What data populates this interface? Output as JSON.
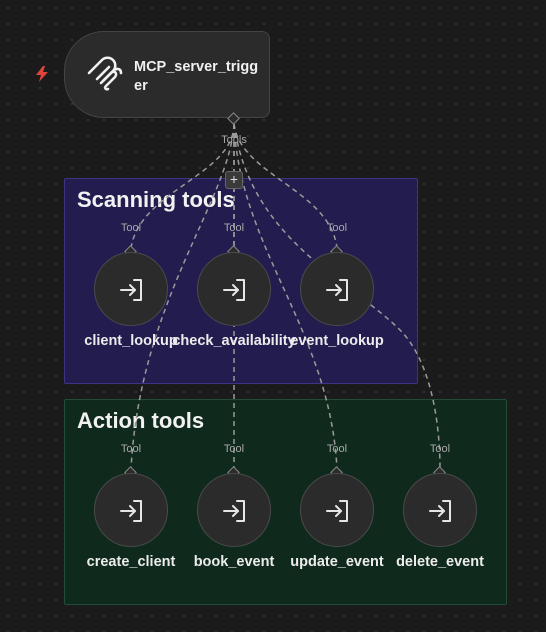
{
  "trigger": {
    "label": "MCP_server_trigger",
    "output_label": "Tools",
    "add_symbol": "+",
    "icon": "mcp-logo-icon",
    "badge_icon": "lightning-bolt-icon",
    "badge_color": "#e0443a"
  },
  "groups": {
    "scanning": {
      "title": "Scanning tools",
      "color": "#231d4f"
    },
    "action": {
      "title": "Action tools",
      "color": "#0f2a1d"
    }
  },
  "tools": [
    {
      "name": "client_lookup",
      "port_label": "Tool",
      "icon": "enter-arrow-icon"
    },
    {
      "name": "check_availability",
      "port_label": "Tool",
      "icon": "enter-arrow-icon"
    },
    {
      "name": "event_lookup",
      "port_label": "Tool",
      "icon": "enter-arrow-icon"
    },
    {
      "name": "create_client",
      "port_label": "Tool",
      "icon": "enter-arrow-icon"
    },
    {
      "name": "book_event",
      "port_label": "Tool",
      "icon": "enter-arrow-icon"
    },
    {
      "name": "update_event",
      "port_label": "Tool",
      "icon": "enter-arrow-icon"
    },
    {
      "name": "delete_event",
      "port_label": "Tool",
      "icon": "enter-arrow-icon"
    }
  ]
}
